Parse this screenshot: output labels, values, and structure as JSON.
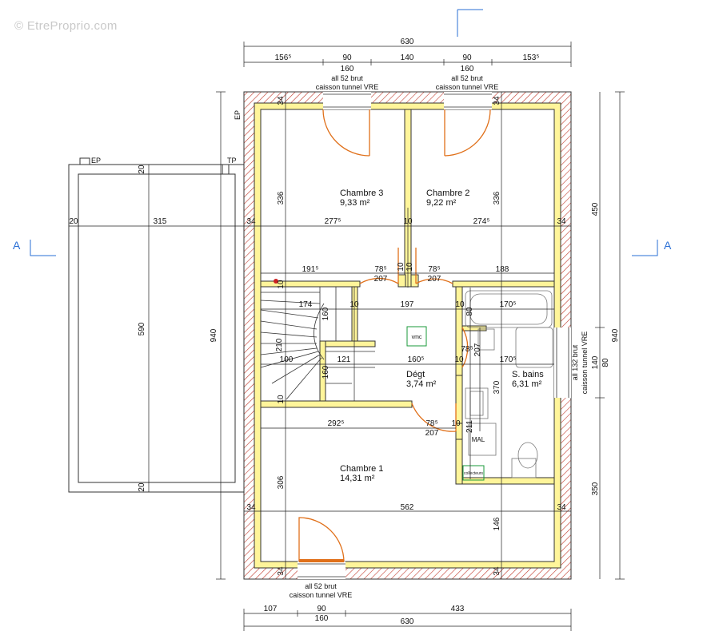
{
  "watermark": "© EtreProprio.com",
  "section_markers": {
    "left": "A",
    "right": "A"
  },
  "rooms": [
    {
      "name": "Chambre 3",
      "area": "9,33 m²"
    },
    {
      "name": "Chambre 2",
      "area": "9,22 m²"
    },
    {
      "name": "Dégt",
      "area": "3,74 m²"
    },
    {
      "name": "S. bains",
      "area": "6,31 m²"
    },
    {
      "name": "Chambre 1",
      "area": "14,31 m²"
    }
  ],
  "fixtures": {
    "vmc": "vmc",
    "mal": "MAL",
    "collecteurs": "collecteurs"
  },
  "openings": {
    "top_left": [
      "160",
      "all 52 brut",
      "caisson tunnel VRE"
    ],
    "top_right": [
      "160",
      "all 52 brut",
      "caisson tunnel VRE"
    ],
    "bottom": [
      "all 52 brut",
      "caisson tunnel VRE"
    ],
    "right": [
      "all 132 brut",
      "caisson tunnel VRE"
    ]
  },
  "labels": {
    "ep_top": "EP",
    "ep_side": "EP",
    "tp": "TP"
  },
  "dims": {
    "top_total": "630",
    "top_chain": [
      "156⁵",
      "90",
      "140",
      "90",
      "153⁵"
    ],
    "bottom_chain": [
      "107",
      "90",
      "433"
    ],
    "bottom_160": "160",
    "bottom_total": "630",
    "left_940": "940",
    "right_940": "940",
    "right_450": "450",
    "right_140": "140",
    "right_80": "80",
    "right_350": "350",
    "terrace_315": "315",
    "terrace_20_left": "20",
    "terrace_20_top": "20",
    "terrace_20_bottom": "20",
    "terrace_590": "590",
    "h_277": "277⁵",
    "h_274": "274⁵",
    "h_34_l1": "34",
    "h_10_mid": "10",
    "h_34_r1": "34",
    "h_191": "191⁵",
    "h_785a": "78⁵",
    "h_785b": "78⁵",
    "h_207a": "207",
    "h_207b": "207",
    "h_188": "188",
    "h_174": "174",
    "h_10a": "10",
    "h_197": "197",
    "h_10b": "10",
    "h_1705a": "170⁵",
    "h_100": "100",
    "h_121": "121",
    "h_1605": "160⁵",
    "h_10c": "10",
    "h_785c": "78⁵",
    "h_1705b": "170⁵",
    "h_2925": "292⁵",
    "h_785d": "78⁵",
    "h_10d": "10",
    "h_207c": "207",
    "h_34_l2": "34",
    "h_562": "562",
    "h_34_r2": "34",
    "v_336a": "336",
    "v_336b": "336",
    "v_34_tl": "34",
    "v_34_tr": "34",
    "v_34_bl": "34",
    "v_34_br": "34",
    "v_10a": "10",
    "v_10b": "10",
    "v_306": "306",
    "v_146": "146",
    "v_370": "370",
    "v_211": "211",
    "v_207": "207",
    "v_80": "80",
    "v_160s": "160",
    "v_210": "210",
    "v_160b": "160",
    "v_10s": "10",
    "v_10c": "10"
  }
}
